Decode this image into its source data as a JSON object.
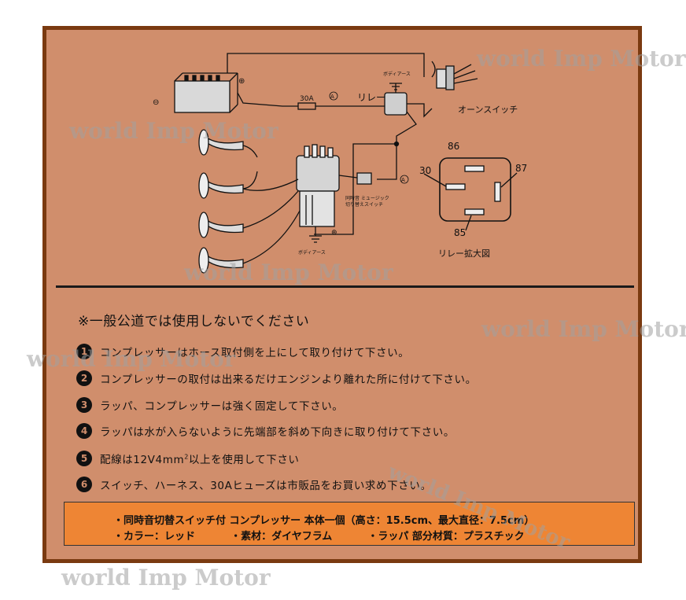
{
  "diagram": {
    "battery_neg": "⊖",
    "battery_pos": "⊕",
    "fuse_label": "30A",
    "circle_a1": "A",
    "relay_label": "リレー",
    "body_earth_1": "ボディアース",
    "horn_switch_label": "オーンスイッチ",
    "compressor_pos": "⊕",
    "body_earth_2": "ボディアース",
    "switch_caption_1": "同時音 ミュージック",
    "switch_caption_2": "切り替えスイッチ",
    "circle_a2": "A",
    "pin_86": "86",
    "pin_30": "30",
    "pin_87": "87",
    "pin_85": "85",
    "relay_detail_label": "リレー拡大図"
  },
  "notice": "※一般公道では使用しないでください",
  "instructions": [
    {
      "num": "1",
      "text": "コンプレッサーはホース取付側を上にして取り付けて下さい。"
    },
    {
      "num": "2",
      "text": "コンプレッサーの取付は出来るだけエンジンより離れた所に付けて下さい。"
    },
    {
      "num": "3",
      "text": "ラッパ、コンプレッサーは強く固定して下さい。"
    },
    {
      "num": "4",
      "text": "ラッパは水が入らないように先端部を斜め下向きに取り付けて下さい。"
    },
    {
      "num": "5",
      "text_before": "配線は12V4mm",
      "sup": "2",
      "text_after": "以上を使用して下さい"
    },
    {
      "num": "6",
      "text": "スイッチ、ハーネス、30Aヒューズは市販品をお買い求め下さい。"
    }
  ],
  "spec": {
    "line1": "・同時音切替スイッチ付 コンプレッサー 本体一個（高さ：15.5cm、最大直径：7.5cm）",
    "line2a": "・カラー：レッド",
    "line2b": "・素材：ダイヤフラム",
    "line2c": "・ラッパ 部分材質：プラスチック"
  },
  "watermarks": [
    "world Imp Motor",
    "world Imp Motor",
    "world Imp Motor",
    "world Imp Motor",
    "world Imp Motor",
    "world Imp Motor",
    "world Imp Motor"
  ],
  "colors": {
    "frame_border": "#7a3a10",
    "panel_bg": "#d08e6c",
    "spec_bg": "#ee8534"
  }
}
